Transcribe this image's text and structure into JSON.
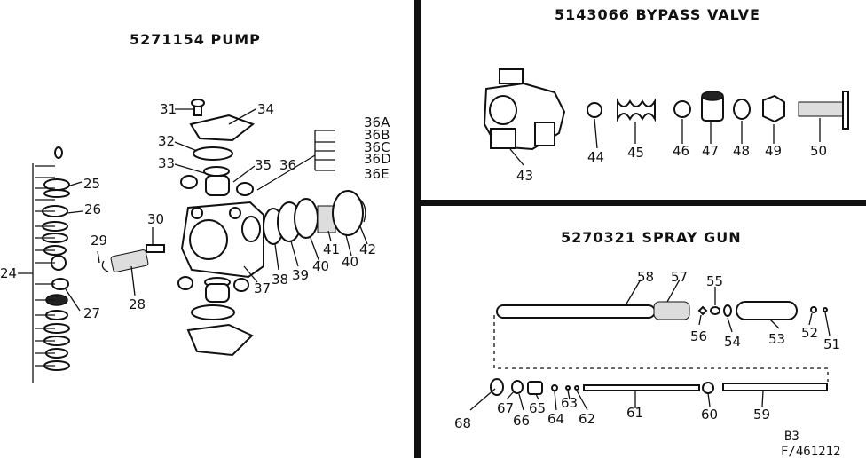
{
  "sections": {
    "pump": {
      "title": "5271154  PUMP",
      "labels": [
        "31",
        "34",
        "32",
        "33",
        "35",
        "36",
        "36A",
        "36B",
        "36C",
        "36D",
        "36E",
        "25",
        "26",
        "24",
        "27",
        "28",
        "29",
        "30",
        "37",
        "38",
        "39",
        "40",
        "41",
        "40",
        "42"
      ]
    },
    "bypass": {
      "title": "5143066 BYPASS VALVE",
      "labels": [
        "43",
        "44",
        "45",
        "46",
        "47",
        "48",
        "49",
        "50"
      ]
    },
    "spray": {
      "title": "5270321 SPRAY GUN",
      "labels": [
        "58",
        "57",
        "55",
        "56",
        "54",
        "53",
        "52",
        "51",
        "68",
        "67",
        "66",
        "65",
        "64",
        "63",
        "62",
        "61",
        "60",
        "59"
      ]
    }
  },
  "footer": {
    "line1": "B3",
    "line2": "F/461212"
  }
}
